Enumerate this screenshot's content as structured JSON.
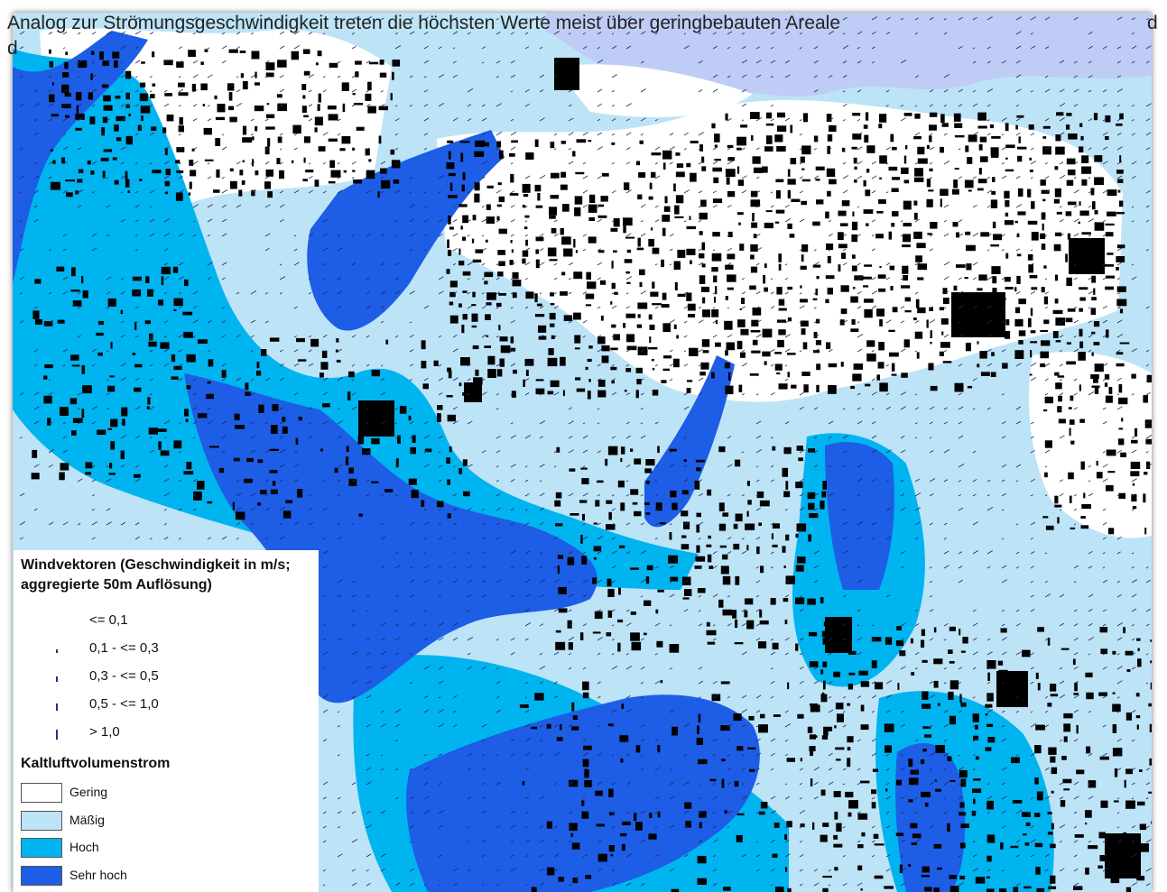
{
  "overlay_text": {
    "line1_start": "Analog zur Strömungsgeschwindigkeit treten die höchsten Werte meist über geringbebauten Areale",
    "line1_end": "d",
    "line2": "d"
  },
  "legend": {
    "title": "Windvektoren (Geschwindigkeit in m/s; aggregierte 50m Auflösung)",
    "vector_classes": [
      {
        "label": "<= 0,1",
        "level": 0
      },
      {
        "label": "0,1 - <= 0,3",
        "level": 1
      },
      {
        "label": "0,3 - <= 0,5",
        "level": 2
      },
      {
        "label": "0,5 - <= 1,0",
        "level": 3
      },
      {
        "label": "> 1,0",
        "level": 4
      }
    ],
    "subtitle": "Kaltluftvolumenstrom",
    "classes": [
      {
        "label": "Gering",
        "color": "#ffffff"
      },
      {
        "label": "Mäßig",
        "color": "#bde3f7"
      },
      {
        "label": "Hoch",
        "color": "#00b4f0"
      },
      {
        "label": "Sehr hoch",
        "color": "#1e5de6"
      }
    ]
  },
  "map_colors": {
    "water": "#bfccf5",
    "gering": "#ffffff",
    "maessig": "#bde3f7",
    "hoch": "#00b4f0",
    "sehr_hoch": "#1e5de6",
    "building": "#000000"
  }
}
